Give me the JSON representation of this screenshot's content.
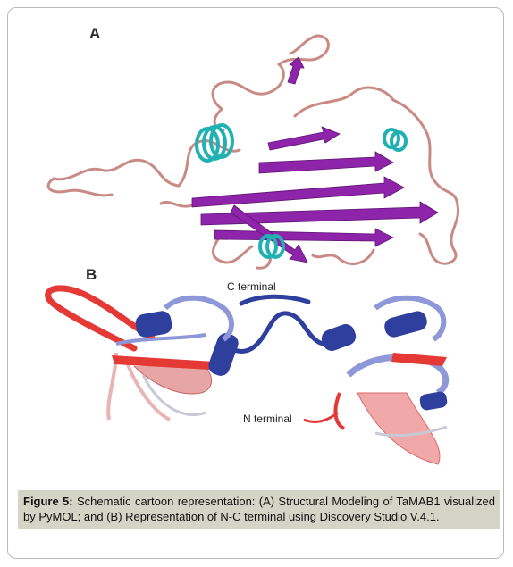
{
  "figure": {
    "panel_a_label": "A",
    "panel_b_label": "B",
    "c_terminal_label": "C terminal",
    "n_terminal_label": "N terminal",
    "caption_label": "Figure 5:",
    "caption_text": " Schematic cartoon representation: (A) Structural Modeling of TaMAB1 visualized by PyMOL; and (B) Representation of N-C terminal using Discovery Studio V.4.1.",
    "colors": {
      "coil": "#c98a84",
      "sheet": "#8e24aa",
      "helix": "#20b2b2",
      "helix_dark": "#2e3f9e",
      "loop_red": "#e53935",
      "loop_light": "#8e97d8",
      "caption_bg": "#d4d5c6"
    }
  }
}
